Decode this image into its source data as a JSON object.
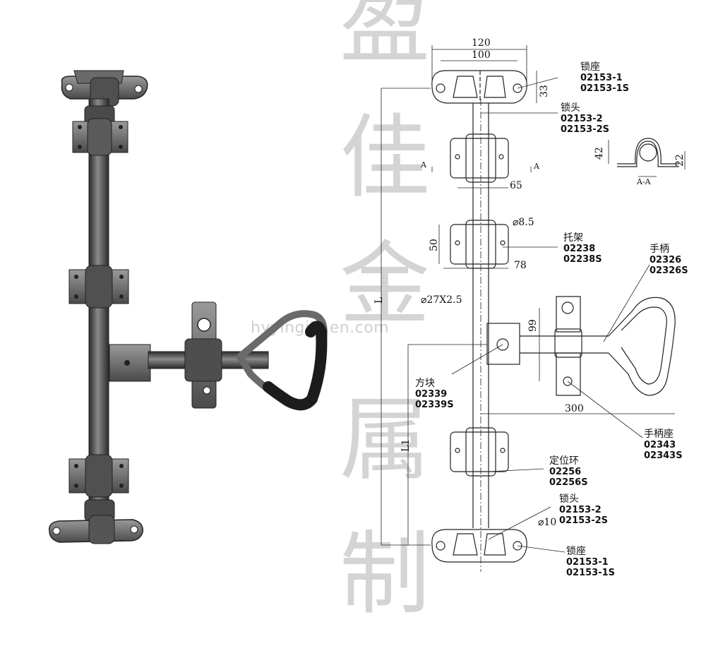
{
  "watermark": {
    "chars": [
      "盈",
      "佳",
      "金",
      "属",
      "制"
    ],
    "url": "hyyingjia.en.com"
  },
  "dimensions": {
    "d120": "120",
    "d100": "100",
    "d33": "33",
    "dA1": "A",
    "dA2": "A",
    "d42": "42",
    "d22": "22",
    "section": "A-A",
    "d65": "65",
    "dphi85": "⌀8.5",
    "d50": "50",
    "d78": "78",
    "dtube": "⌀27X2.5",
    "d99": "99",
    "d300": "300",
    "dL": "L",
    "dL1": "L1",
    "dphi10": "⌀10"
  },
  "labels": {
    "lock_seat_top": {
      "name": "锁座",
      "codes": [
        "02153-1",
        "02153-1S"
      ]
    },
    "lock_head_top": {
      "name": "锁头",
      "codes": [
        "02153-2",
        "02153-2S"
      ]
    },
    "bracket": {
      "name": "托架",
      "codes": [
        "02238",
        "02238S"
      ]
    },
    "handle": {
      "name": "手柄",
      "codes": [
        "02326",
        "02326S"
      ]
    },
    "square_block": {
      "name": "方块",
      "codes": [
        "02339",
        "02339S"
      ]
    },
    "handle_seat": {
      "name": "手柄座",
      "codes": [
        "02343",
        "02343S"
      ]
    },
    "locating_ring": {
      "name": "定位环",
      "codes": [
        "02256",
        "02256S"
      ]
    },
    "lock_head_bottom": {
      "name": "锁头",
      "codes": [
        "02153-2",
        "02153-2S"
      ]
    },
    "lock_seat_bottom": {
      "name": "锁座",
      "codes": [
        "02153-1",
        "02153-1S"
      ]
    }
  },
  "colors": {
    "metal_dark": "#3a3a3a",
    "metal_mid": "#5e5e5e",
    "metal_light": "#9a9a9a",
    "grip": "#1c1c1c",
    "line": "#222222",
    "watermark": "#d4d4d4"
  }
}
